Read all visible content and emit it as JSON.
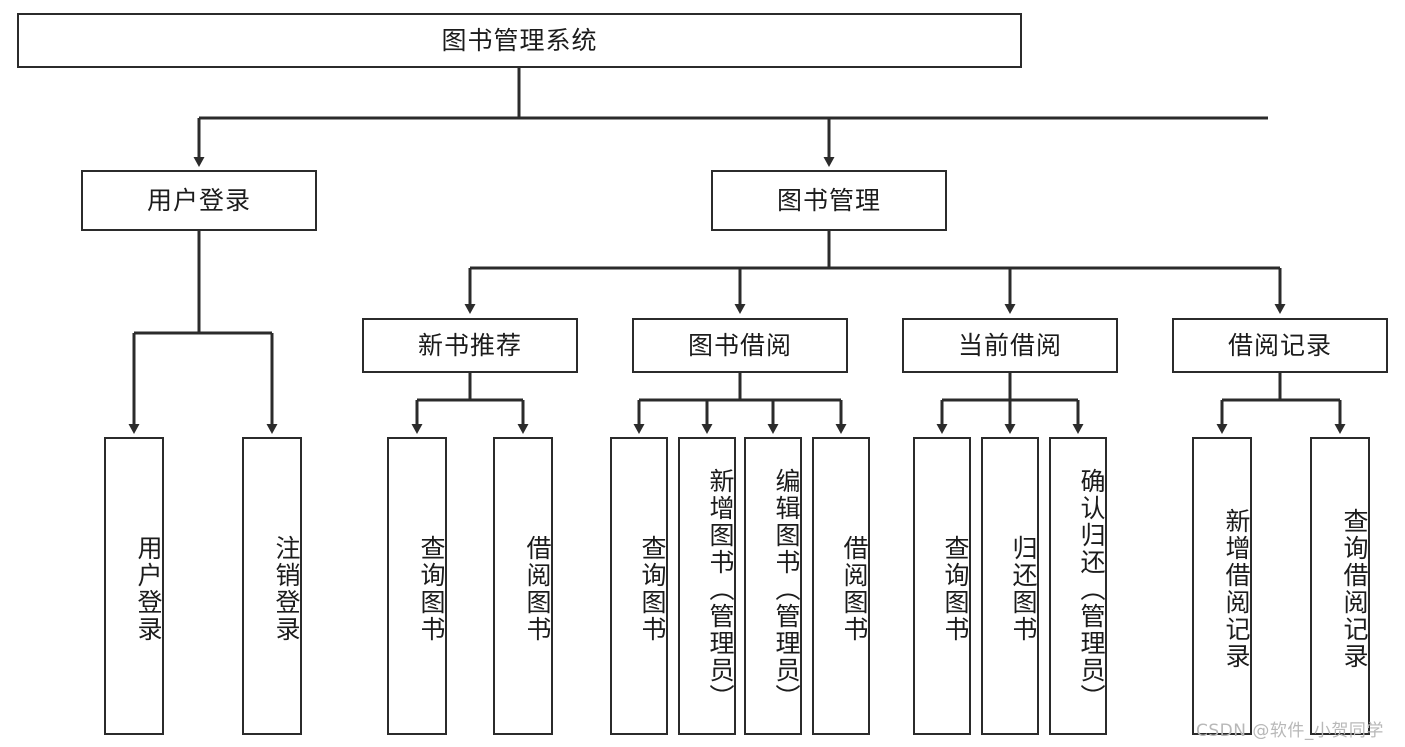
{
  "diagram": {
    "title": "图书管理系统",
    "watermark": "CSDN @软件_小贺同学",
    "accent_color": "#2b2b2b",
    "background_color": "#ffffff",
    "nodes": {
      "root": {
        "label": "图书管理系统",
        "level": 1
      },
      "l2_user_login": {
        "label": "用户登录",
        "level": 2
      },
      "l2_book_manage": {
        "label": "图书管理",
        "level": 2
      },
      "l3_new_book_rec": {
        "label": "新书推荐",
        "level": 3
      },
      "l3_book_borrow": {
        "label": "图书借阅",
        "level": 3
      },
      "l3_current_borrow": {
        "label": "当前借阅",
        "level": 3
      },
      "l3_borrow_record": {
        "label": "借阅记录",
        "level": 3
      },
      "l4_user_login": {
        "label": "用户登录",
        "level": 4
      },
      "l4_user_logout": {
        "label": "注销登录",
        "level": 4
      },
      "l4_query_book_a": {
        "label": "查询图书",
        "level": 4
      },
      "l4_borrow_book_a": {
        "label": "借阅图书",
        "level": 4
      },
      "l4_query_book_b": {
        "label": "查询图书",
        "level": 4
      },
      "l4_add_book": {
        "label": "新增图书（管理员）",
        "level": 4
      },
      "l4_edit_book": {
        "label": "编辑图书（管理员）",
        "level": 4
      },
      "l4_borrow_book_b": {
        "label": "借阅图书",
        "level": 4
      },
      "l4_query_book_c": {
        "label": "查询图书",
        "level": 4
      },
      "l4_return_book": {
        "label": "归还图书",
        "level": 4
      },
      "l4_confirm_return": {
        "label": "确认归还（管理员）",
        "level": 4
      },
      "l4_add_record": {
        "label": "新增借阅记录",
        "level": 4
      },
      "l4_query_record": {
        "label": "查询借阅记录",
        "level": 4
      }
    }
  },
  "chart_data": {
    "type": "table",
    "title": "图书管理系统 功能结构图",
    "tree": {
      "label": "图书管理系统",
      "children": [
        {
          "label": "用户登录",
          "children": [
            {
              "label": "用户登录"
            },
            {
              "label": "注销登录"
            }
          ]
        },
        {
          "label": "图书管理",
          "children": [
            {
              "label": "新书推荐",
              "children": [
                {
                  "label": "查询图书"
                },
                {
                  "label": "借阅图书"
                }
              ]
            },
            {
              "label": "图书借阅",
              "children": [
                {
                  "label": "查询图书"
                },
                {
                  "label": "新增图书（管理员）"
                },
                {
                  "label": "编辑图书（管理员）"
                },
                {
                  "label": "借阅图书"
                }
              ]
            },
            {
              "label": "当前借阅",
              "children": [
                {
                  "label": "查询图书"
                },
                {
                  "label": "归还图书"
                },
                {
                  "label": "确认归还（管理员）"
                }
              ]
            },
            {
              "label": "借阅记录",
              "children": [
                {
                  "label": "新增借阅记录"
                },
                {
                  "label": "查询借阅记录"
                }
              ]
            }
          ]
        }
      ]
    }
  }
}
